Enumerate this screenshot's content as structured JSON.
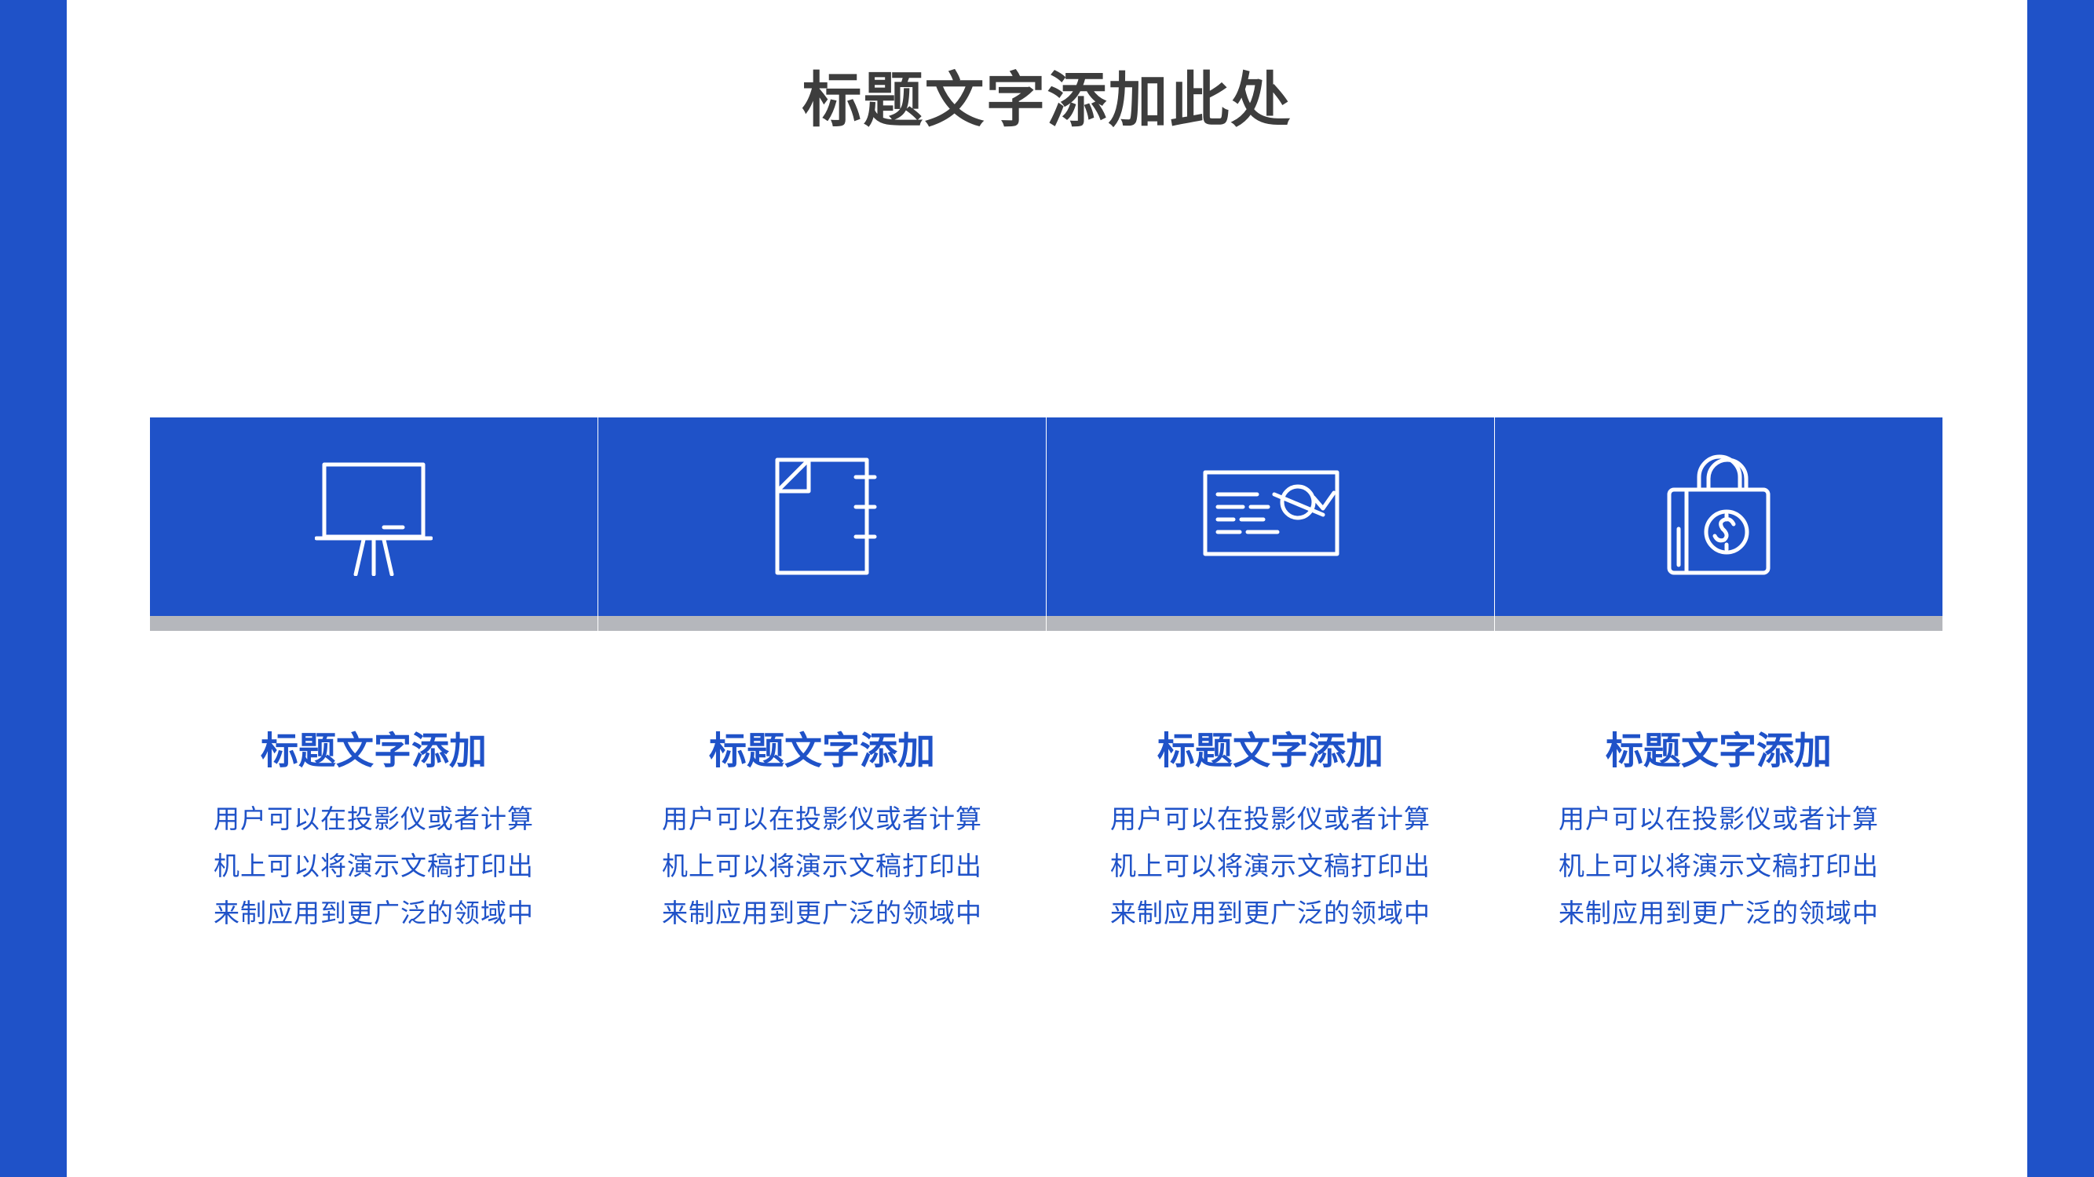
{
  "slide": {
    "title": "标题文字添加此处",
    "accent_color": "#1f52c8",
    "shadow_color": "#b5b7bc",
    "title_color": "#3d3d3d"
  },
  "cards": [
    {
      "icon": "presentation-board-icon",
      "title": "标题文字添加",
      "lines": [
        "用户可以在投影仪或者计算",
        "机上可以将演示文稿打印出",
        "来制应用到更广泛的领域中"
      ]
    },
    {
      "icon": "notebook-icon",
      "title": "标题文字添加",
      "lines": [
        "用户可以在投影仪或者计算",
        "机上可以将演示文稿打印出",
        "来制应用到更广泛的领域中"
      ]
    },
    {
      "icon": "check-icon",
      "title": "标题文字添加",
      "lines": [
        "用户可以在投影仪或者计算",
        "机上可以将演示文稿打印出",
        "来制应用到更广泛的领域中"
      ]
    },
    {
      "icon": "money-bag-icon",
      "title": "标题文字添加",
      "lines": [
        "用户可以在投影仪或者计算",
        "机上可以将演示文稿打印出",
        "来制应用到更广泛的领域中"
      ]
    }
  ]
}
